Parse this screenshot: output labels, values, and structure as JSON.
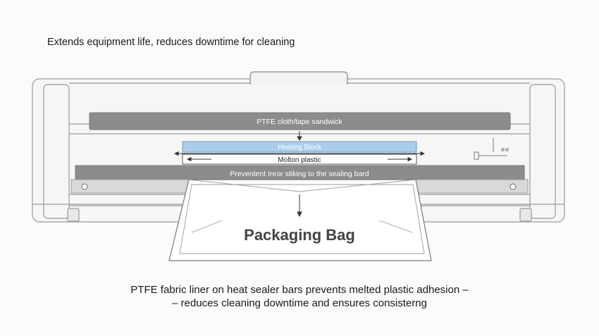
{
  "caption_top": "Extends equipment life, reduces downtime for cleaning",
  "labels": {
    "ptfe_sandwich": "PTFE cloth/tape sandwick",
    "heating_block": "Heating Block",
    "molten_plastic": "Molton plastic",
    "prevent_sticking": "Preventent Inror stiking to the sealing bard",
    "packaging_bag": "Packaging Bag"
  },
  "caption_bottom": {
    "line1": "PTFE fabric liner on heat sealer bars prevents melted plastic adhesion –",
    "line2": "– reduces cleaning downtime and ensures consisterng"
  },
  "colors": {
    "gray_bar": "#8c8c8c",
    "heating_block": "#a9cdea",
    "frame_line": "#9a9a9a"
  }
}
